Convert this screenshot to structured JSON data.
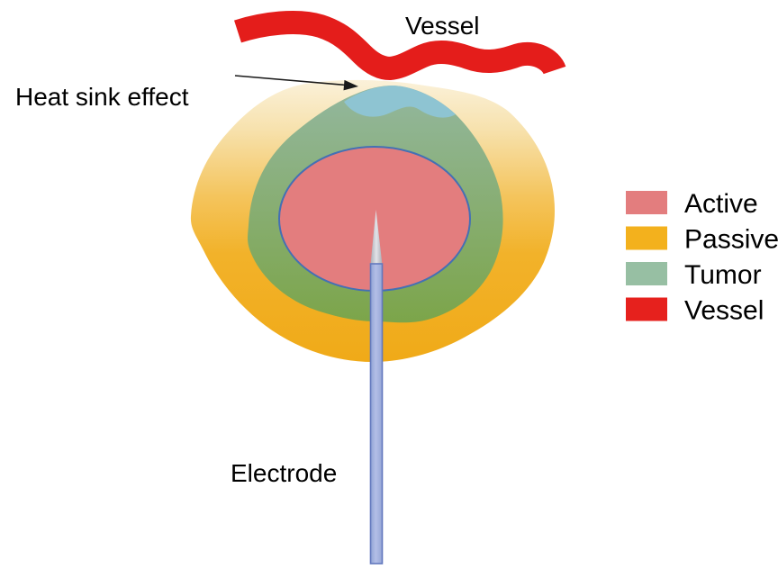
{
  "labels": {
    "vessel_top": "Vessel",
    "heat_sink": "Heat sink effect",
    "electrode": "Electrode"
  },
  "legend": {
    "items": [
      {
        "label": "Active",
        "color": "#E37D7E"
      },
      {
        "label": "Passive",
        "color": "#F3B11D"
      },
      {
        "label": "Tumor",
        "color": "#97BFA3"
      },
      {
        "label": "Vessel",
        "color": "#E6211D"
      }
    ]
  },
  "colors": {
    "background": "#FFFFFF",
    "vessel": "#E41D1B",
    "active_fill": "#E37D7E",
    "active_border": "#4470B4",
    "heat_sink_blue": "#8EC4D2",
    "arrow": "#1A1A1A",
    "text": "#000000",
    "passive_stops": [
      "#FBF2DC",
      "#F7E2AE",
      "#F4C45C",
      "#F2B22A",
      "#F0AA18"
    ],
    "tumor_stops": [
      "#93B79F",
      "#88AE74",
      "#7CA54A"
    ],
    "electrode_shaft_stops": [
      "#8CA0D2",
      "#B3BEE6",
      "#93A5D6"
    ],
    "electrode_shaft_border": "#6379BE",
    "electrode_tip_stops": [
      "#9EA0AA",
      "#E2E3E8",
      "#9EA0AA"
    ]
  }
}
